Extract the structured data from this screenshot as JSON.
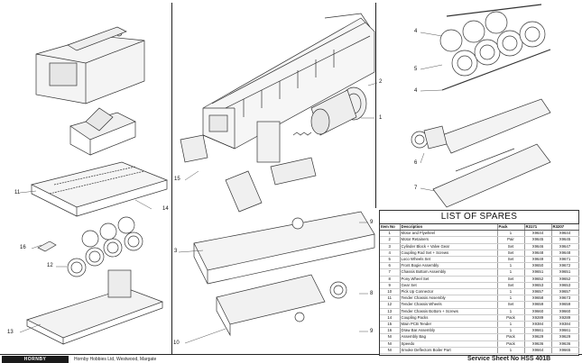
{
  "spares": {
    "title": "LIST OF SPARES",
    "columns": [
      "Item No",
      "Description",
      "Pack",
      "R3171",
      "R3207"
    ],
    "rows": [
      [
        "1",
        "Motor and Flywheel",
        "1",
        "X9644",
        "X9644"
      ],
      [
        "2",
        "Motor Retainers",
        "Pair",
        "X9645",
        "X9645"
      ],
      [
        "3",
        "Cylinder Block + Valve Gear",
        "Set",
        "X9646",
        "X9647"
      ],
      [
        "4",
        "Coupling Rod Set + Screws",
        "Set",
        "X9648",
        "X9648"
      ],
      [
        "5",
        "Loco Wheels Set",
        "Set",
        "X9649",
        "X9671"
      ],
      [
        "6",
        "Front Bogie Assembly",
        "1",
        "X9650",
        "X9672"
      ],
      [
        "7",
        "Chassis Bottom Assembly",
        "1",
        "X9651",
        "X9651"
      ],
      [
        "8",
        "Pony Wheel Set",
        "Set",
        "X9652",
        "X9652"
      ],
      [
        "9",
        "Gear Set",
        "Set",
        "X9653",
        "X9653"
      ],
      [
        "10",
        "Pick Up Connector",
        "1",
        "X9657",
        "X9657"
      ],
      [
        "11",
        "Tender Chassis Assembly",
        "1",
        "X9658",
        "X9673"
      ],
      [
        "12",
        "Tender Chassis Wheels",
        "Set",
        "X9659",
        "X9659"
      ],
      [
        "13",
        "Tender Chassis Bottom + Screws",
        "1",
        "X9660",
        "X9660"
      ],
      [
        "14",
        "Coupling Packs",
        "Pack",
        "X9289",
        "X9289"
      ],
      [
        "15",
        "Main PCB Tender",
        "1",
        "X9384",
        "X9384"
      ],
      [
        "16",
        "Draw Bar Assembly",
        "1",
        "X9661",
        "X9661"
      ],
      [
        "NI",
        "Assembly Bag",
        "Pack",
        "X9629",
        "X9629"
      ],
      [
        "NI",
        "Speedo",
        "Pack",
        "X9636",
        "X9636"
      ],
      [
        "NI",
        "Smoke Deflectors Boiler Part",
        "1",
        "X9664",
        "X9665"
      ]
    ]
  },
  "callouts": {
    "c1": "1",
    "c2": "2",
    "c3": "3",
    "c4a": "4",
    "c4b": "4",
    "c5": "5",
    "c6": "6",
    "c7": "7",
    "c8": "8",
    "c9a": "9",
    "c9b": "9",
    "c10": "10",
    "c11": "11",
    "c12": "12",
    "c13": "13",
    "c14": "14",
    "c15": "15",
    "c16": "16"
  },
  "footer": {
    "logo": "HORNBY",
    "address": "Hornby Hobbies Ltd, Westwood, Margate",
    "sheet": "Service Sheet No HSS 401B"
  }
}
